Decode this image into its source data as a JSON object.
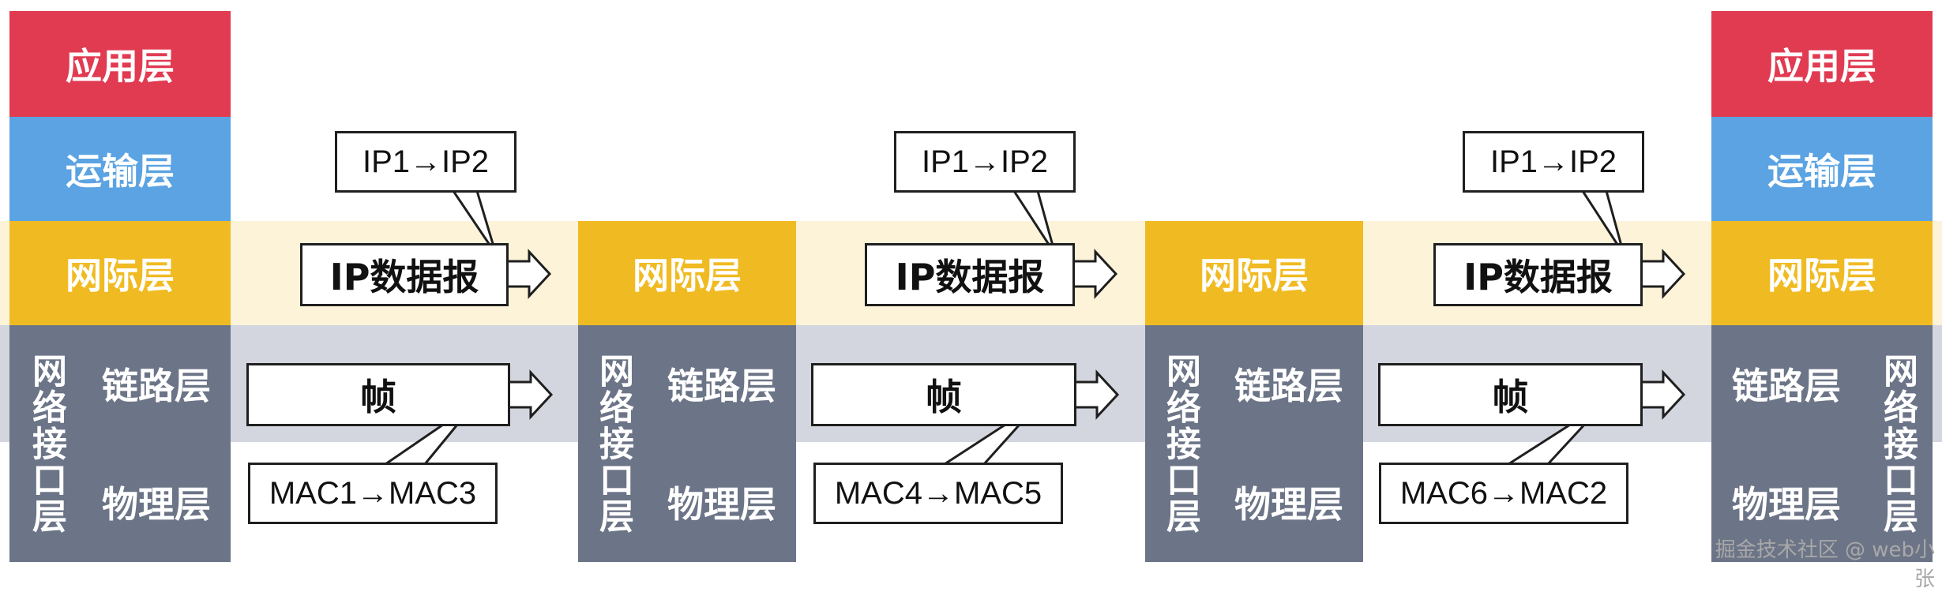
{
  "layers": {
    "application": "应用层",
    "transport": "运输层",
    "network": "网际层",
    "network_interface": "网络接口层",
    "link": "链路层",
    "physical": "物理层"
  },
  "packets": {
    "ip_packet": "IP数据报",
    "frame": "帧"
  },
  "hops": [
    {
      "ip": "IP1→IP2",
      "mac": "MAC1→MAC3"
    },
    {
      "ip": "IP1→IP2",
      "mac": "MAC4→MAC5"
    },
    {
      "ip": "IP1→IP2",
      "mac": "MAC6→MAC2"
    }
  ],
  "watermark": "掘金技术社区 @ web小张",
  "colors": {
    "application": "#e13b52",
    "transport": "#5ba3e2",
    "network": "#f0bb22",
    "interface": "#6c7487",
    "network_band": "#fdf3d8",
    "link_band": "#d3d6de"
  }
}
